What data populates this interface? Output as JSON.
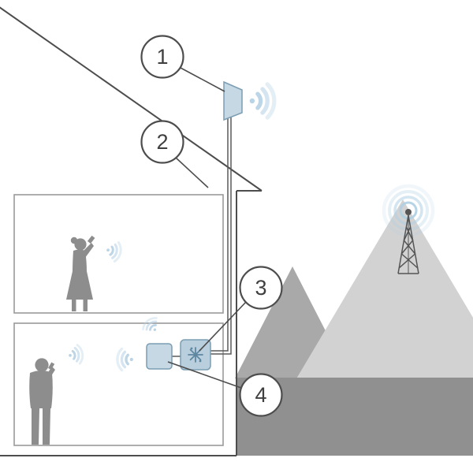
{
  "diagram": {
    "type": "cell-signal-booster-installation",
    "callouts": [
      {
        "label": "1",
        "target": "external-antenna"
      },
      {
        "label": "2",
        "target": "coax-cable"
      },
      {
        "label": "3",
        "target": "signal-amplifier"
      },
      {
        "label": "4",
        "target": "internal-antenna"
      }
    ],
    "colors": {
      "outline": "#4d4d4d",
      "room_outline": "#9a9a9a",
      "silhouette": "#8d8d8d",
      "signal_wave": "#b9d4e6",
      "device_fill": "#c6d8e4",
      "device_stroke": "#7b9db3",
      "mountain_near": "#a9a9a9",
      "mountain_far": "#d2d2d2",
      "ground": "#909090"
    }
  }
}
